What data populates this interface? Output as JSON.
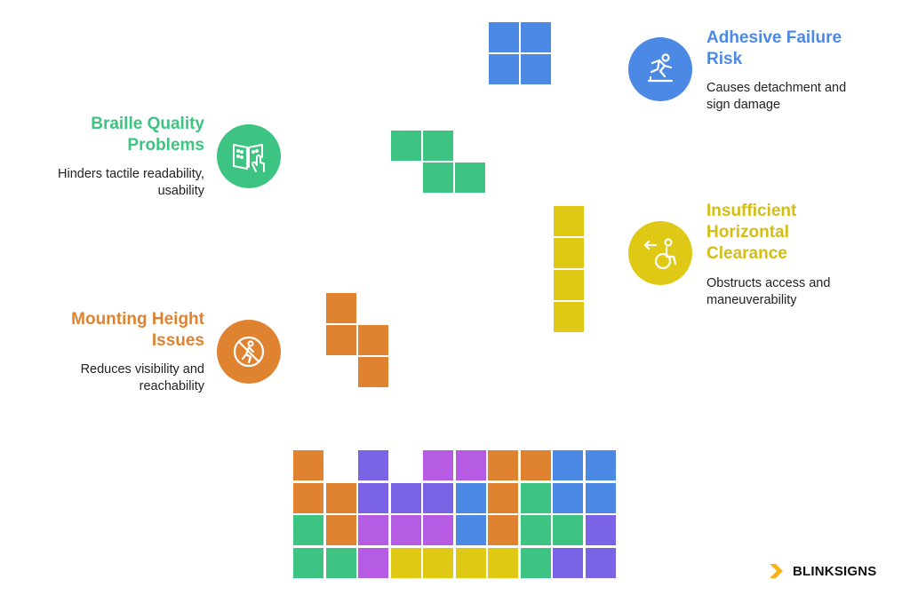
{
  "colors": {
    "orange": "#E08330",
    "indigo": "#7B63E6",
    "magenta": "#B65BE3",
    "blue": "#4B89E5",
    "green": "#3DC483",
    "yellow": "#DFC914"
  },
  "items": [
    {
      "title": "Adhesive Failure Risk",
      "desc": "Causes detachment and sign damage",
      "color": "#4B89E5",
      "icon": "slipping-person-icon"
    },
    {
      "title": "Braille Quality Problems",
      "desc": "Hinders tactile readability, usability",
      "color": "#3DC483",
      "icon": "braille-book-icon"
    },
    {
      "title": "Insufficient Horizontal Clearance",
      "desc": "Obstructs access and maneuverability",
      "color": "#DFC914",
      "icon": "wheelchair-icon"
    },
    {
      "title": "Mounting Height Issues",
      "desc": "Reduces visibility and reachability",
      "color": "#E08330",
      "icon": "no-climbing-icon"
    }
  ],
  "grid": [
    [
      "orange",
      null,
      "indigo",
      null,
      "magenta",
      "magenta",
      "orange",
      "orange",
      "blue",
      "blue"
    ],
    [
      "orange",
      "orange",
      "indigo",
      "indigo",
      "indigo",
      "blue",
      "orange",
      "green",
      "blue",
      "blue"
    ],
    [
      "green",
      "orange",
      "magenta",
      "magenta",
      "magenta",
      "blue",
      "orange",
      "green",
      "green",
      "indigo"
    ],
    [
      "green",
      "green",
      "magenta",
      "yellow",
      "yellow",
      "yellow",
      "yellow",
      "green",
      "indigo",
      "indigo"
    ]
  ],
  "brand": {
    "name": "BLINKSIGNS"
  }
}
